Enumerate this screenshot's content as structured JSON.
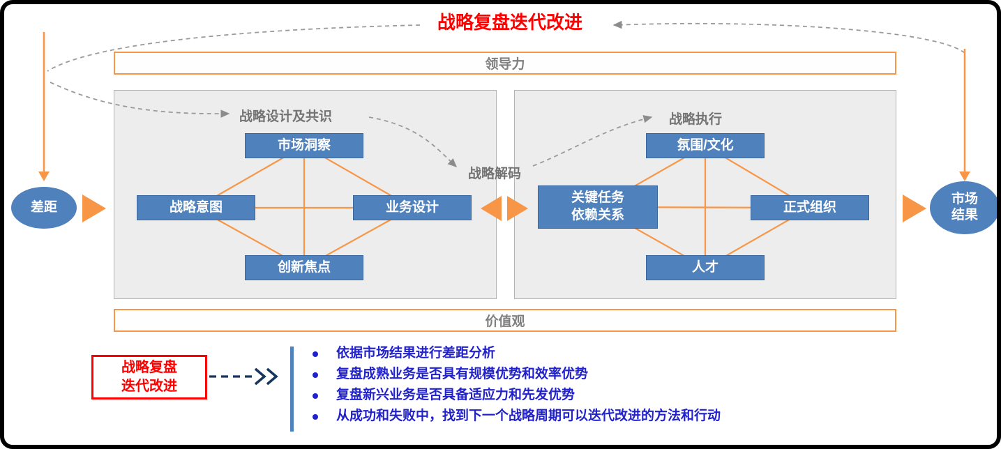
{
  "title": "战略复盘迭代改进",
  "leadership_bar": "领导力",
  "values_bar": "价值观",
  "left_panel": {
    "label": "战略设计及共识",
    "top": "市场洞察",
    "left": "战略意图",
    "right": "业务设计",
    "bottom": "创新焦点"
  },
  "decode_label": "战略解码",
  "right_panel": {
    "label": "战略执行",
    "top": "氛围/文化",
    "left": "关键任务\n依赖关系",
    "right": "正式组织",
    "bottom": "人才"
  },
  "gap_ellipse": "差距",
  "result_ellipse": "市场\n结果",
  "review_box": "战略复盘\n迭代改进",
  "bullets": [
    "依据市场结果进行差距分析",
    "复盘成熟业务是否具有规模优势和效率优势",
    "复盘新兴业务是否具备适应力和先发优势",
    "从成功和失败中，找到下一个战略周期可以迭代改进的方法和行动"
  ],
  "colors": {
    "accent_orange": "#F79646",
    "box_blue": "#4F81BD",
    "title_red": "#FF0000",
    "bullet_blue": "#2222CC",
    "label_gray": "#7F7F7F"
  }
}
